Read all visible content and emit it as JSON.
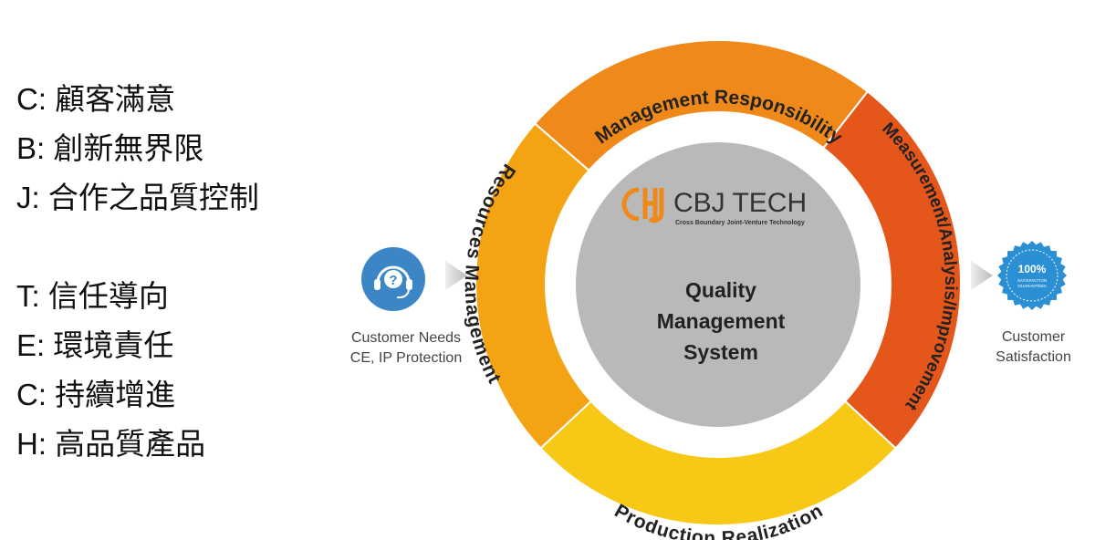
{
  "values_list_1": [
    "C: 顧客滿意",
    "B: 創新無界限",
    " J: 合作之品質控制"
  ],
  "values_list_2": [
    "T: 信任導向",
    "E: 環境責任",
    "C: 持續增進",
    "H: 高品質產品"
  ],
  "input": {
    "caption_line1": "Customer Needs",
    "caption_line2": "CE, IP Protection",
    "icon": "headset-question-icon"
  },
  "output": {
    "caption_line1": "Customer",
    "caption_line2": "Satisfaction",
    "badge_big": "100%",
    "badge_small1": "SATISFACTION",
    "badge_small2": "GUARANTEED"
  },
  "ring": {
    "top": "Management Responsibility",
    "right": "Measurement/Analysis/Improvement",
    "bottom": "Production Realization",
    "left": "Resources Management"
  },
  "center": {
    "logo_text": "CBJ TECH",
    "logo_subtitle": "Cross Boundary Joint-Venture Technology",
    "line1": "Quality",
    "line2": "Management",
    "line3": "System"
  },
  "colors": {
    "top": "#ef8a1a",
    "right": "#e5561b",
    "bottom": "#f8c817",
    "left": "#f4a412",
    "center": "#b8b8b8",
    "blue": "#3d86c6"
  }
}
